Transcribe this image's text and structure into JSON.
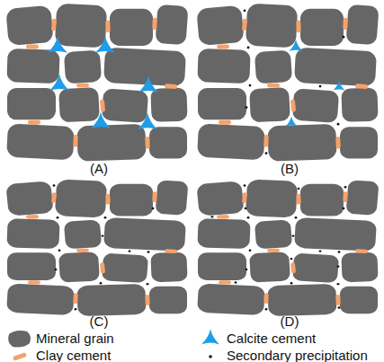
{
  "diagram": {
    "labels": [
      "(A)",
      "(B)",
      "(C)",
      "(D)"
    ],
    "legend": [
      {
        "text": "Mineral grain"
      },
      {
        "text": "Calcite cement"
      },
      {
        "text": "Clay cement"
      },
      {
        "text": "Secondary precipitation"
      }
    ]
  }
}
